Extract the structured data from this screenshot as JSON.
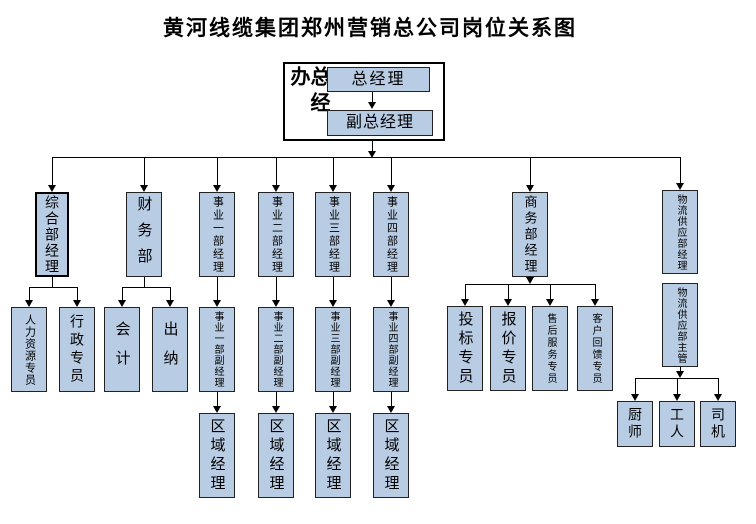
{
  "title": "黄河线缆集团郑州营销总公司岗位关系图",
  "colors": {
    "node_fill": "#b8cce4",
    "node_border": "#222222",
    "connector": "#000000",
    "office_fill": "#ffffff"
  },
  "head_office": {
    "office_label": "总经办",
    "general_manager": "总经理",
    "deputy_general_manager": "副总经理"
  },
  "branches": [
    {
      "manager": "综合部经理",
      "children": [
        "人力资源专员",
        "行政专员"
      ]
    },
    {
      "manager": "财务部",
      "children": [
        "会计",
        "出纳"
      ]
    },
    {
      "manager": "事业一部经理",
      "deputy": "事业一部副经理",
      "regional": "区域经理"
    },
    {
      "manager": "事业二部经理",
      "deputy": "事业二部副经理",
      "regional": "区域经理"
    },
    {
      "manager": "事业三部经理",
      "deputy": "事业三部副经理",
      "regional": "区域经理"
    },
    {
      "manager": "事业四部经理",
      "deputy": "事业四部副经理",
      "regional": "区域经理"
    },
    {
      "manager": "商务部经理",
      "children": [
        "投标专员",
        "报价专员",
        "售后服务专员",
        "客户回馈专员"
      ]
    },
    {
      "manager": "物流供应部经理",
      "supervisor": "物流供应部主管",
      "children": [
        "厨师",
        "工人",
        "司机"
      ]
    }
  ]
}
